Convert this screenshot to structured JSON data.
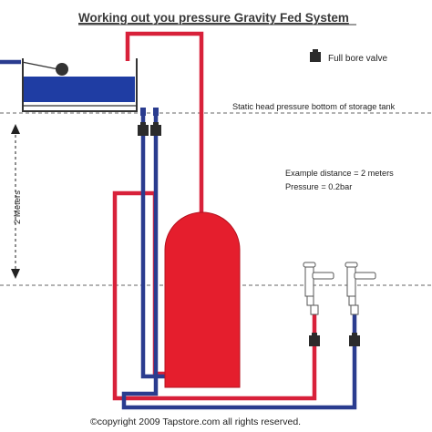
{
  "title": "Working out you pressure Gravity Fed System",
  "legend": {
    "label": "Full bore valve"
  },
  "labels": {
    "static_head": "Static head pressure bottom of storage tank",
    "example_distance": "Example distance = 2 meters",
    "pressure": "Pressure = 0.2bar",
    "vertical_distance": "2 Meters"
  },
  "copyright": "©copyright 2009 Tapstore.com all rights reserved.",
  "colors": {
    "hot_pipe": "#d8213a",
    "cold_pipe": "#2a3c8f",
    "tank_water": "#1f3da3",
    "cylinder": "#e51e2d",
    "valve": "#2b2b2b",
    "dashed_line": "#666666"
  }
}
